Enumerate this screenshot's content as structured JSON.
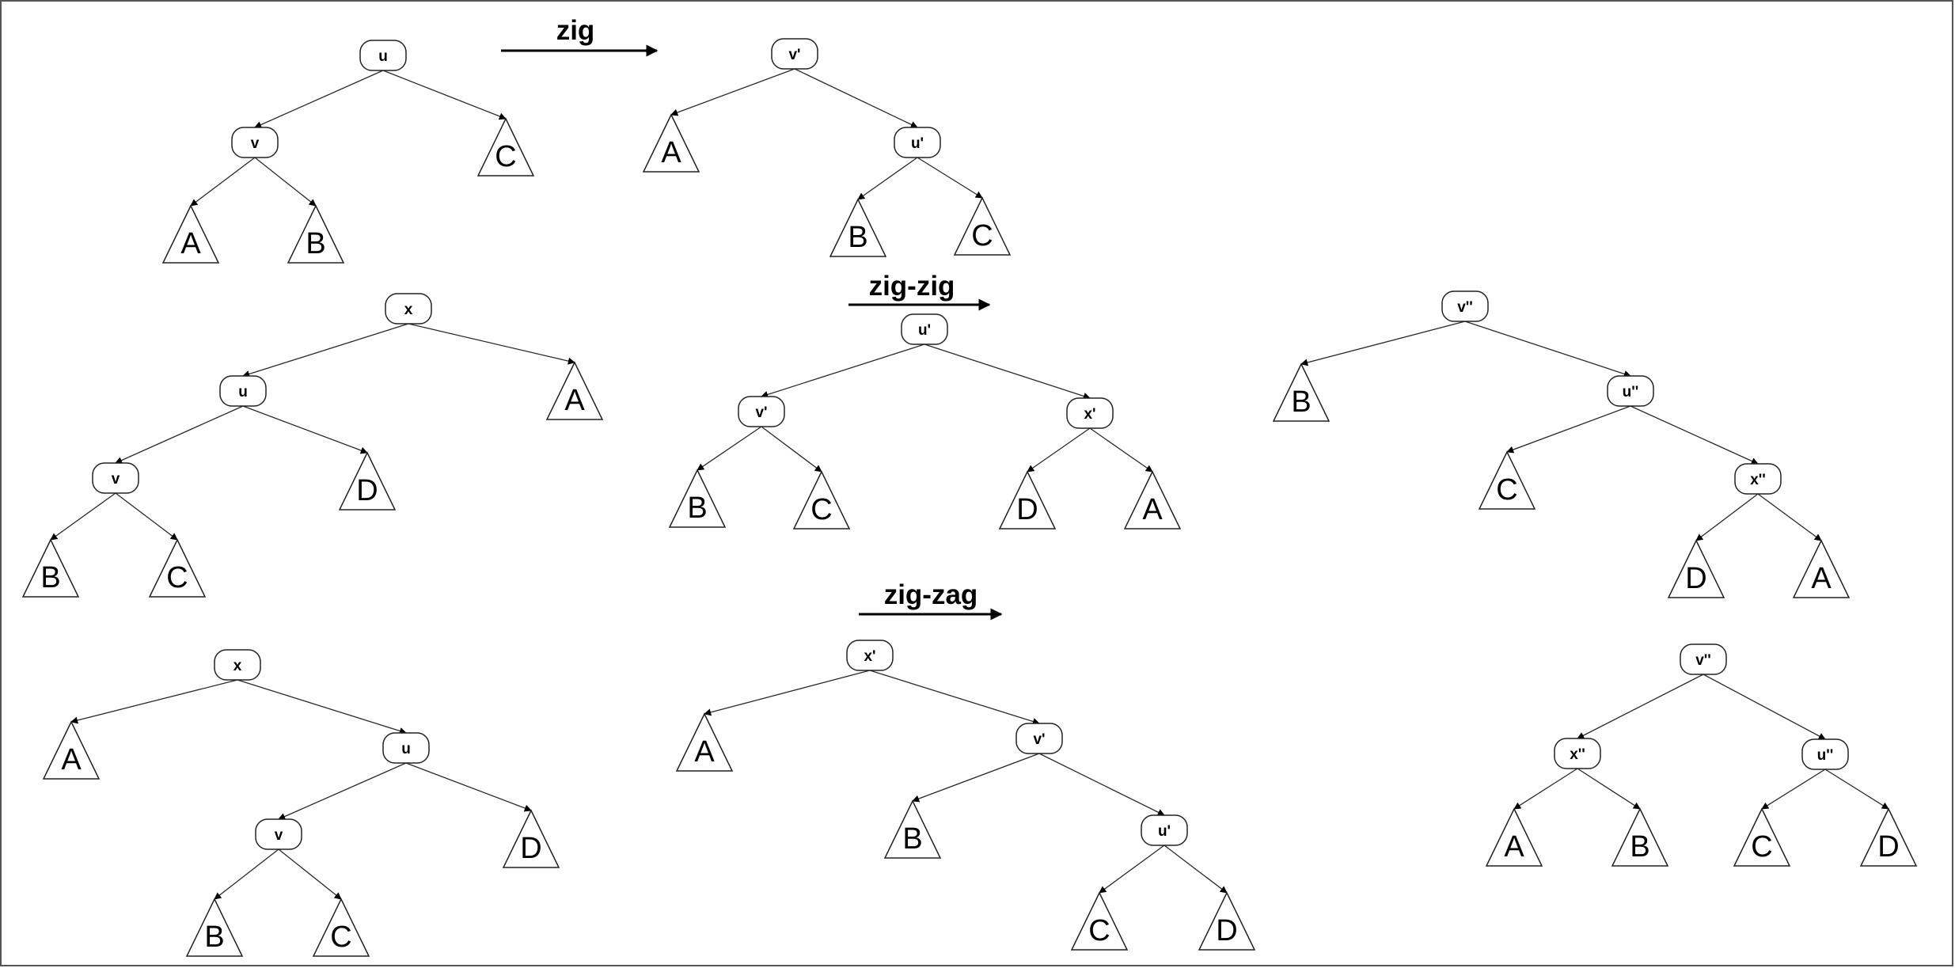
{
  "operations": [
    {
      "id": "zig",
      "label": "zig"
    },
    {
      "id": "zig-zig",
      "label": "zig-zig"
    },
    {
      "id": "zig-zag",
      "label": "zig-zag"
    }
  ],
  "nodes": [
    {
      "id": "z1-u",
      "label": "u"
    },
    {
      "id": "z1-v",
      "label": "v"
    },
    {
      "id": "z1-vp",
      "label": "v'"
    },
    {
      "id": "z1-up",
      "label": "u'"
    },
    {
      "id": "zz-x",
      "label": "x"
    },
    {
      "id": "zz-u",
      "label": "u"
    },
    {
      "id": "zz-v",
      "label": "v"
    },
    {
      "id": "zz-up",
      "label": "u'"
    },
    {
      "id": "zz-vp",
      "label": "v'"
    },
    {
      "id": "zz-xp",
      "label": "x'"
    },
    {
      "id": "zz-vpp",
      "label": "v''"
    },
    {
      "id": "zz-upp",
      "label": "u''"
    },
    {
      "id": "zz-xpp",
      "label": "x''"
    },
    {
      "id": "zg-x",
      "label": "x"
    },
    {
      "id": "zg-u",
      "label": "u"
    },
    {
      "id": "zg-v",
      "label": "v"
    },
    {
      "id": "zg-xp",
      "label": "x'"
    },
    {
      "id": "zg-vp",
      "label": "v'"
    },
    {
      "id": "zg-up",
      "label": "u'"
    },
    {
      "id": "zg-vpp",
      "label": "v''"
    },
    {
      "id": "zg-xpp",
      "label": "x''"
    },
    {
      "id": "zg-upp",
      "label": "u''"
    }
  ],
  "subtrees": [
    {
      "id": "t1",
      "label": "C"
    },
    {
      "id": "t2",
      "label": "A"
    },
    {
      "id": "t3",
      "label": "B"
    },
    {
      "id": "t4",
      "label": "A"
    },
    {
      "id": "t5",
      "label": "B"
    },
    {
      "id": "t6",
      "label": "C"
    },
    {
      "id": "t7",
      "label": "A"
    },
    {
      "id": "t8",
      "label": "D"
    },
    {
      "id": "t9",
      "label": "B"
    },
    {
      "id": "t10",
      "label": "C"
    },
    {
      "id": "t11",
      "label": "B"
    },
    {
      "id": "t12",
      "label": "C"
    },
    {
      "id": "t13",
      "label": "D"
    },
    {
      "id": "t14",
      "label": "A"
    },
    {
      "id": "t15",
      "label": "B"
    },
    {
      "id": "t16",
      "label": "C"
    },
    {
      "id": "t17",
      "label": "D"
    },
    {
      "id": "t18",
      "label": "A"
    },
    {
      "id": "t19",
      "label": "A"
    },
    {
      "id": "t20",
      "label": "D"
    },
    {
      "id": "t21",
      "label": "B"
    },
    {
      "id": "t22",
      "label": "C"
    },
    {
      "id": "t23",
      "label": "A"
    },
    {
      "id": "t24",
      "label": "B"
    },
    {
      "id": "t25",
      "label": "C"
    },
    {
      "id": "t26",
      "label": "D"
    },
    {
      "id": "t27",
      "label": "A"
    },
    {
      "id": "t28",
      "label": "B"
    },
    {
      "id": "t29",
      "label": "C"
    },
    {
      "id": "t30",
      "label": "D"
    }
  ]
}
